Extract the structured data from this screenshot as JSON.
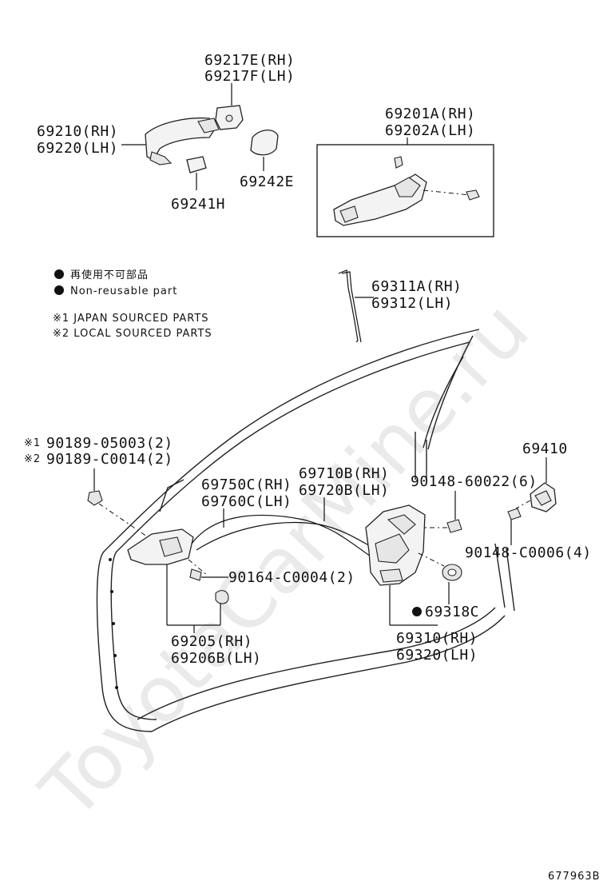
{
  "watermark": "ToyotaCarMine.ru",
  "diagram_id": "677963B",
  "legend": {
    "nonreusable_jp": "再使用不可部品",
    "nonreusable_en": "Non-reusable part",
    "note1": "※1 JAPAN SOURCED PARTS",
    "note2": "※2 LOCAL SOURCED PARTS"
  },
  "labels": {
    "p69217e": "69217E(RH)",
    "p69217f": "69217F(LH)",
    "p69210": "69210(RH)",
    "p69220": "69220(LH)",
    "p69241h": "69241H",
    "p69242e": "69242E",
    "p69201a": "69201A(RH)",
    "p69202a": "69202A(LH)",
    "p69311a": "69311A(RH)",
    "p69312": "69312(LH)",
    "p90189_05003": "90189-05003(2)",
    "p90189_c0014": "90189-C0014(2)",
    "mark1": "※1",
    "mark2": "※2",
    "p69750c": "69750C(RH)",
    "p69760c": "69760C(LH)",
    "p69710b": "69710B(RH)",
    "p69720b": "69720B(LH)",
    "p90148_60022": "90148-60022(6)",
    "p69410": "69410",
    "p90148_c0006": "90148-C0006(4)",
    "p90164_c0004": "90164-C0004(2)",
    "p69318c": "69318C",
    "p69205": "69205(RH)",
    "p69206b": "69206B(LH)",
    "p69310": "69310(RH)",
    "p69320": "69320(LH)"
  }
}
